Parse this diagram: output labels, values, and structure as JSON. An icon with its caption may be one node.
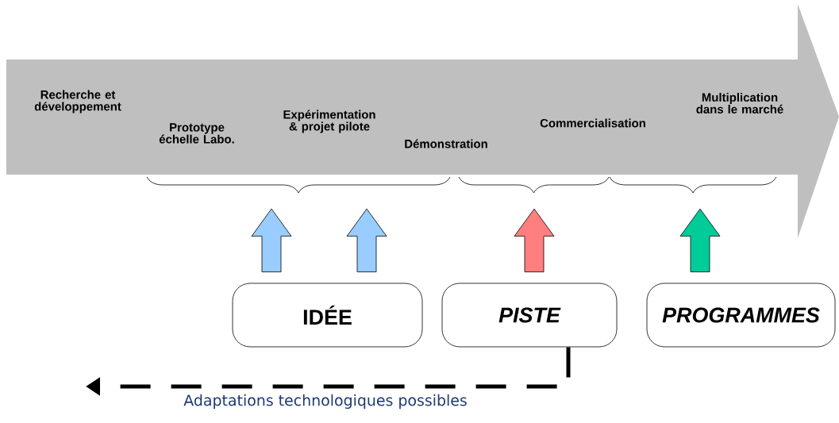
{
  "diagram": {
    "nodes": [
      {
        "text": [
          "Recherche et développement",
          "Prototype échelle Labo.",
          "Expérimentation & projet pilote",
          "Démonstration",
          "Commercialisation",
          "Multiplication dans le marché"
        ]
      },
      {
        "text": [],
        "shape": "brace"
      },
      {
        "text": [],
        "shape": "brace"
      },
      {
        "text": [],
        "shape": "brace"
      },
      {
        "text": [
          "IDÉE"
        ]
      },
      {
        "text": [
          "PISTE"
        ]
      },
      {
        "text": [
          "PROGRAMMES"
        ]
      }
    ],
    "edges": [
      {
        "from": 4,
        "to": 1,
        "arrow": "to",
        "color": "#99ccff"
      },
      {
        "from": 4,
        "to": 1,
        "arrow": "to",
        "color": "#99ccff"
      },
      {
        "from": 5,
        "to": 2,
        "arrow": "to",
        "color": "#ff7f7f"
      },
      {
        "from": 6,
        "to": 3,
        "arrow": "to",
        "color": "#00cc99"
      },
      {
        "from": 5,
        "to": null,
        "arrow": "to",
        "style": "dashed",
        "label": "Adaptations technologiques possibles"
      }
    ]
  }
}
